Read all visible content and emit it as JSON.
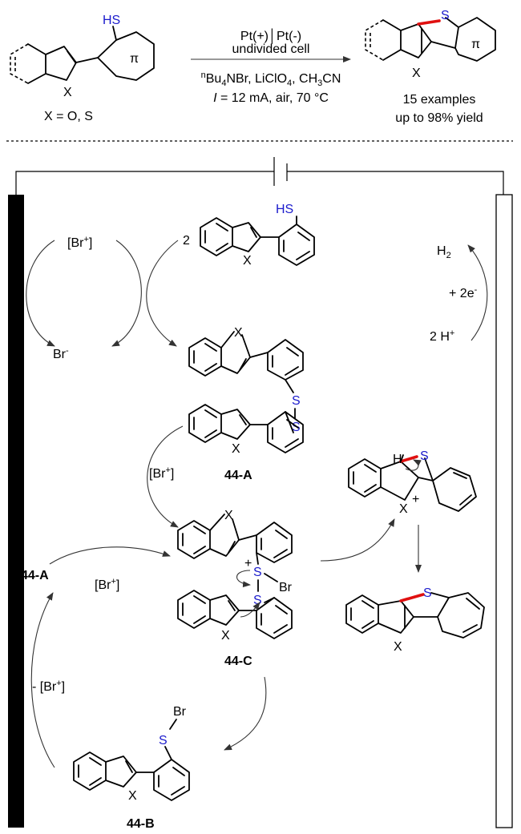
{
  "header": {
    "conditions_line1": "Pt(+)│Pt(-)",
    "conditions_line2": "undivided cell",
    "conditions_line3_prefix": "n",
    "conditions_line3": "Bu4NBr, LiClO4, CH3CN",
    "conditions_line4": "I = 12 mA, air, 70 °C",
    "x_definition": "X = O, S",
    "examples": "15 examples",
    "yield": "up to 98% yield",
    "pi_label": "π"
  },
  "atoms": {
    "sulfur": "S",
    "thiol": "HS",
    "x": "X",
    "hydrogen": "H",
    "bromine": "Br",
    "plus": "+"
  },
  "labels": {
    "coeff_2": "2",
    "br_plus": "[Br+]",
    "br_minus": "Br-",
    "h2": "H2",
    "plus_2e": "+ 2e-",
    "two_h_plus": "2 H+",
    "minus_br_plus": "- [Br+]",
    "int_a": "44-A",
    "int_b": "44-B",
    "int_c": "44-C"
  },
  "colors": {
    "heteroatom_blue": "#1a1acc",
    "new_bond_red": "#e01010",
    "electrode_anode": "#000000"
  }
}
